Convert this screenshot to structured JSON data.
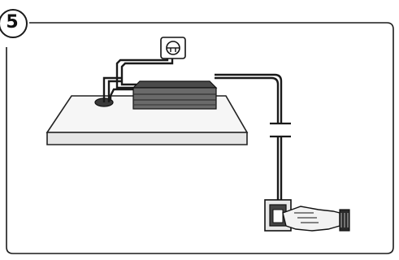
{
  "step": {
    "number": "5"
  },
  "illustration": {
    "parts": [
      {
        "name": "wall-socket-icon"
      },
      {
        "name": "set-top-box"
      },
      {
        "name": "table"
      },
      {
        "name": "power-cable"
      },
      {
        "name": "power-outlet"
      },
      {
        "name": "hand-icon"
      }
    ]
  }
}
